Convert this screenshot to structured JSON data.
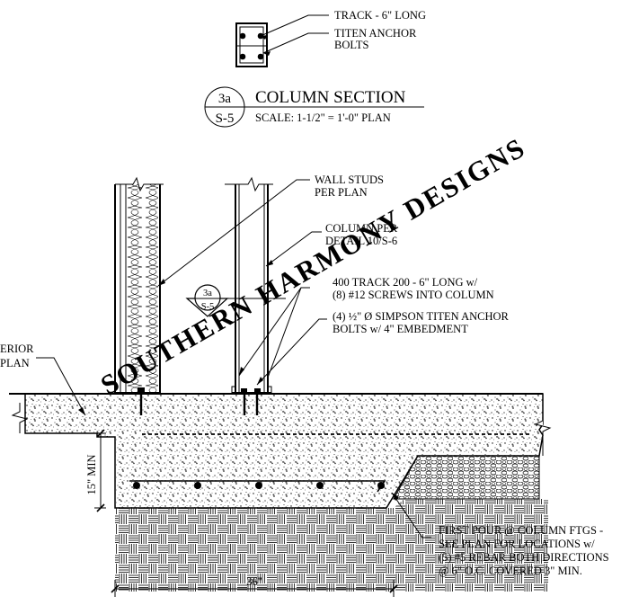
{
  "detail_title": "COLUMN SECTION",
  "detail_scale": "SCALE: 1-1/2\" = 1'-0\"  PLAN",
  "detail_bubble": {
    "number": "3a",
    "sheet": "S-5"
  },
  "section_tag": {
    "number": "3a",
    "sheet": "S-5"
  },
  "plan_notes": {
    "track": "TRACK - 6\" LONG",
    "anchor_line1": "TITEN ANCHOR",
    "anchor_line2": "BOLTS"
  },
  "section_notes": {
    "wall_studs_line1": "WALL STUDS",
    "wall_studs_line2": "PER PLAN",
    "column_line1": "COLUMN PER",
    "column_line2": "DETAIL 10/S-6",
    "track_line1": "400 TRACK 200 - 6\" LONG w/",
    "track_line2": "(8) #12 SCREWS INTO COLUMN",
    "anchor_line1": "(4) ½\" Ø SIMPSON TITEN ANCHOR",
    "anchor_line2": "BOLTS w/ 4\" EMBEDMENT",
    "exterior_line1": "ERIOR",
    "exterior_line2": "PLAN",
    "footing_line1": "FIRST POUR @ COLUMN FTGS -",
    "footing_line2": "SEE PLAN FOR LOCATIONS w/",
    "footing_line3": "(5) #5 REBAR BOTH DIRECTIONS",
    "footing_line4": "@ 6\" O.C. COVERED 3\" MIN."
  },
  "dimensions": {
    "depth": "15\" MIN",
    "width": "36\""
  },
  "watermark": "SOUTHERN HARMONY DESIGNS"
}
